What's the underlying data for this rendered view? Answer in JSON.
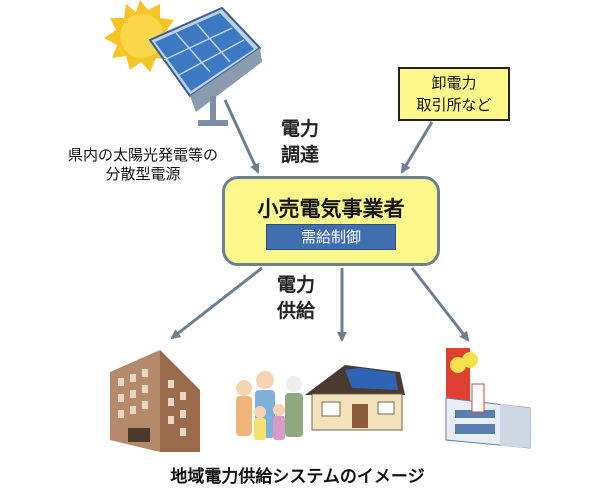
{
  "nodes": {
    "solar_label": "県内の太陽光発電等の\n分散型電源",
    "procurement_label": "電力\n調達",
    "wholesale": "卸電力\n取引所など",
    "retailer": "小売電気事業者",
    "control": "需給制御",
    "supply_label": "電力\n供給"
  },
  "caption": "地域電力供給システムのイメージ",
  "colors": {
    "box_fill": "#fef88a",
    "box_border": "#6b7f95",
    "arrow": "#6b7f95",
    "control_fill": "#3f6fb0"
  }
}
